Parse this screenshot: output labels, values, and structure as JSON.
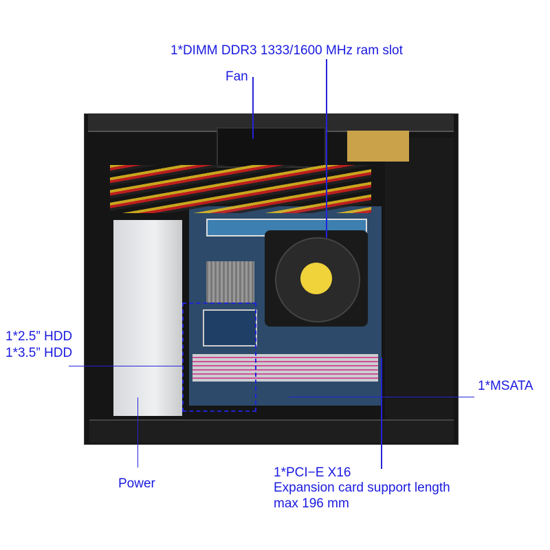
{
  "labels": {
    "ram_slot": "1*DIMM DDR3 1333/1600 MHz ram slot",
    "fan": "Fan",
    "hdd_25": "1*2.5” HDD",
    "hdd_35": "1*3.5” HDD",
    "msata": "1*MSATA",
    "power": "Power",
    "pcie_title": "1*PCI−E X16",
    "pcie_line2": "Expansion card support length",
    "pcie_line3": "max 196 mm"
  },
  "colors": {
    "annotation": "#1a1adf"
  }
}
